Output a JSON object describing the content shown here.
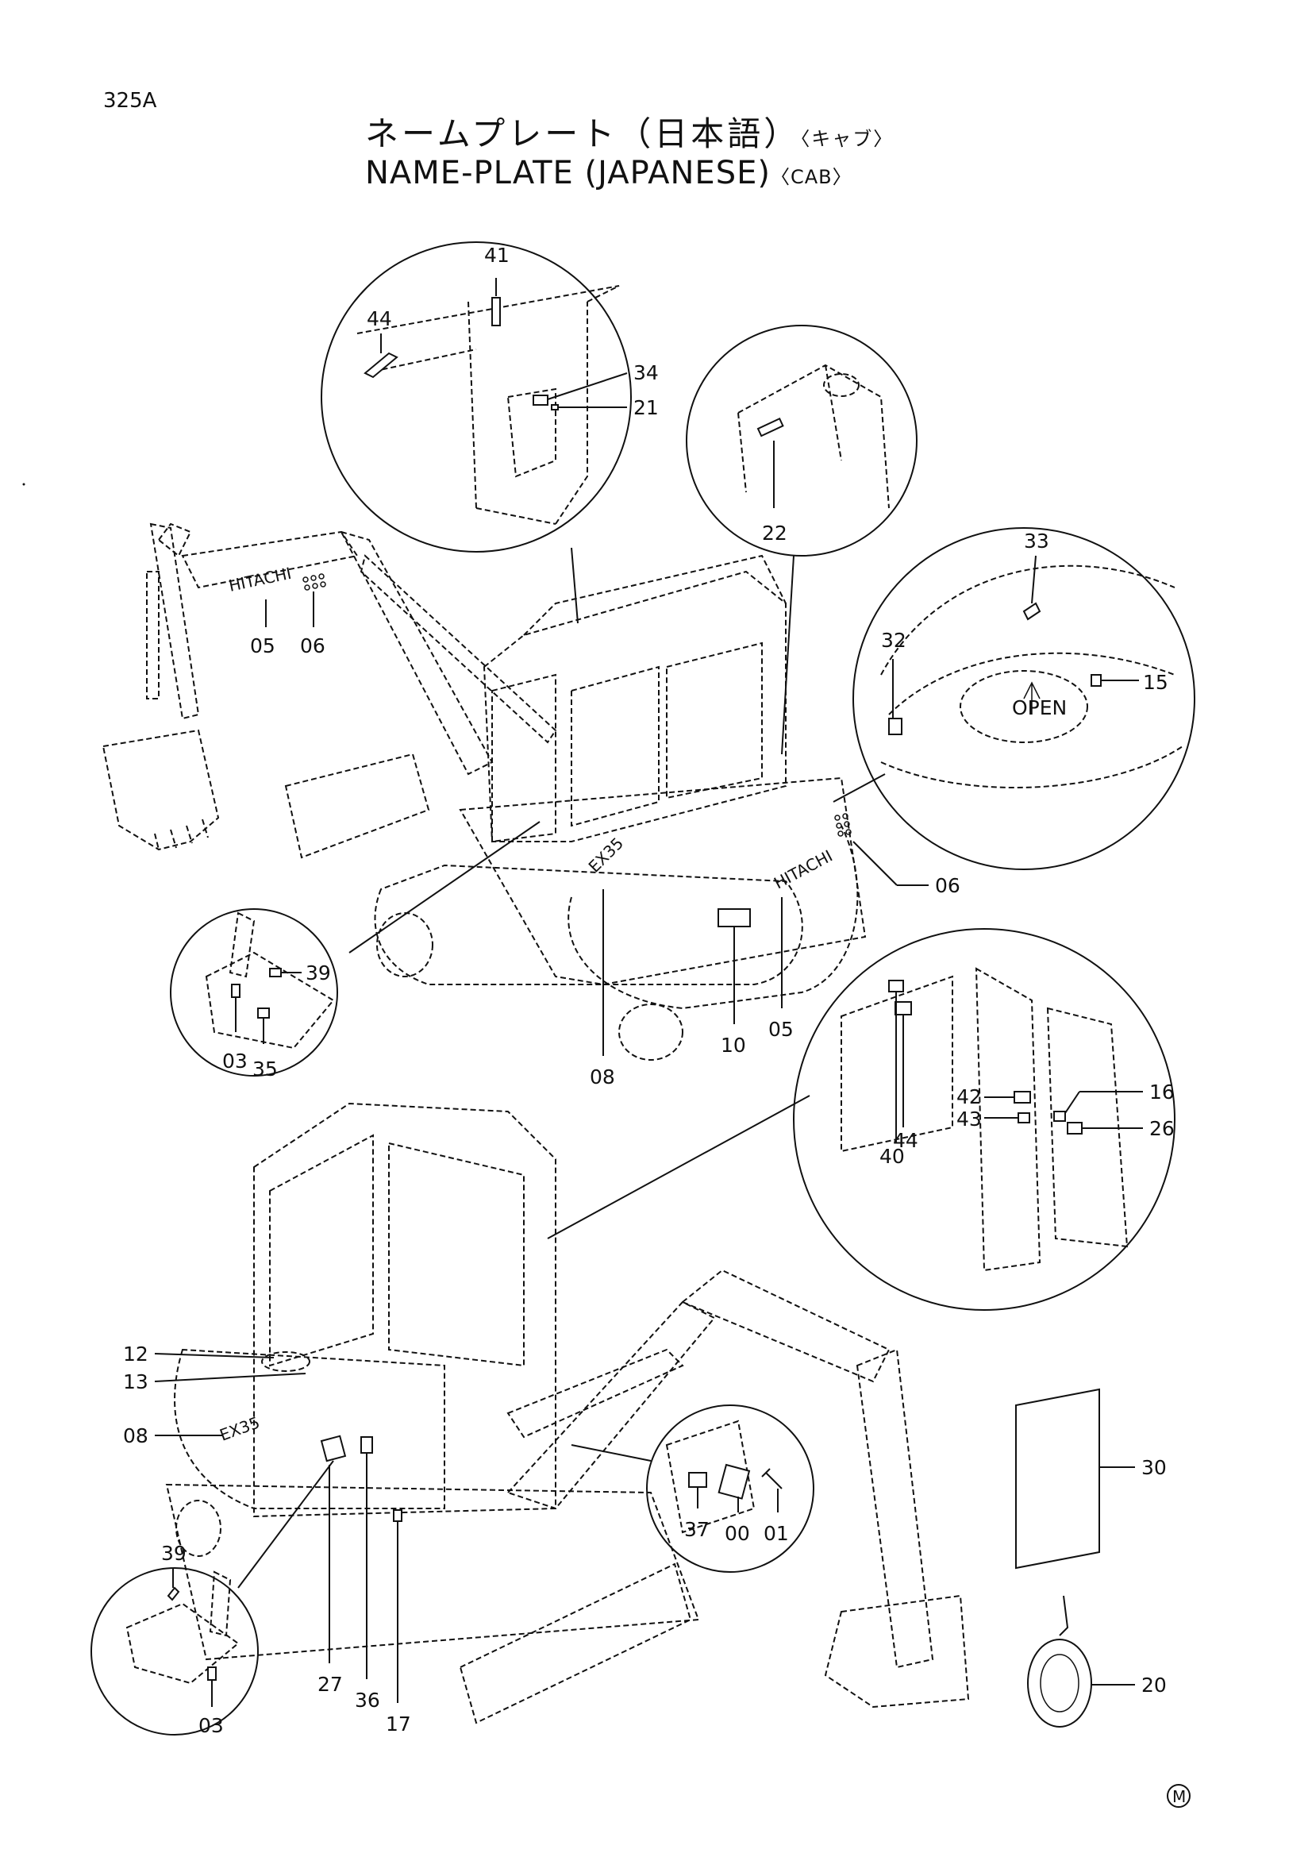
{
  "page_id": "325A",
  "title_jp": "ネームプレート（日本語）",
  "title_jp_suffix": "〈キャブ〉",
  "title_en": "NAME-PLATE (JAPANESE)",
  "title_en_suffix": "〈CAB〉",
  "brand_text": "HITACHI",
  "model_text": "EX35",
  "open_text": "OPEN",
  "mark_symbol": "M",
  "callouts": {
    "c41": "41",
    "c44a": "44",
    "c34": "34",
    "c21": "21",
    "c22": "22",
    "c05a": "05",
    "c06a": "06",
    "c33": "33",
    "c32": "32",
    "c15": "15",
    "c06b": "06",
    "c39a": "39",
    "c03a": "03",
    "c35": "35",
    "c08a": "08",
    "c10": "10",
    "c05b": "05",
    "c16": "16",
    "c42": "42",
    "c43": "43",
    "c26": "26",
    "c40": "40",
    "c44b": "44",
    "c12": "12",
    "c13": "13",
    "c08b": "08",
    "c37": "37",
    "c00": "00",
    "c01": "01",
    "c30": "30",
    "c20": "20",
    "c39b": "39",
    "c03b": "03",
    "c27": "27",
    "c36": "36",
    "c17": "17"
  }
}
